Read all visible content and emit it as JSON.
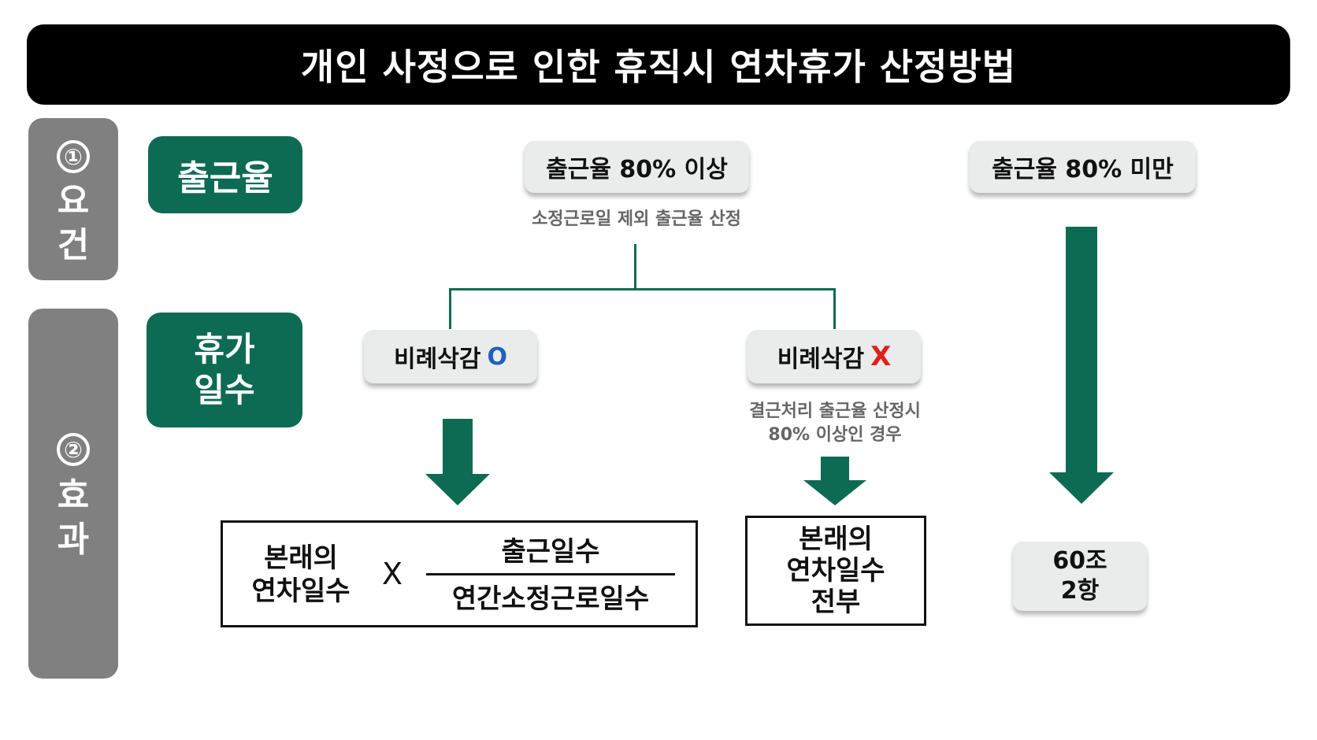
{
  "title": "개인 사정으로 인한 휴직시 연차휴가 산정방법",
  "side": {
    "requirement": {
      "number": "①",
      "chars": [
        "요",
        "건"
      ]
    },
    "effect": {
      "number": "②",
      "chars": [
        "효",
        "과"
      ]
    }
  },
  "labels": {
    "attendance": "출근율",
    "leave_days_line1": "휴가",
    "leave_days_line2": "일수"
  },
  "nodes": {
    "over80": "출근율 80% 이상",
    "over80_note": "소정근로일 제외 출근율 산정",
    "under80": "출근율 80% 미만",
    "proportional_yes_text": "비례삭감",
    "proportional_yes_mark": "O",
    "proportional_no_text": "비례삭감",
    "proportional_no_mark": "X",
    "proportional_no_note_line1": "결근처리 출근율 산정시",
    "proportional_no_note_line2": "80% 이상인 경우"
  },
  "results": {
    "formula": {
      "left_line1": "본래의",
      "left_line2": "연차일수",
      "operator": "X",
      "numerator": "출근일수",
      "denominator": "연간소정근로일수"
    },
    "full": {
      "line1": "본래의",
      "line2": "연차일수",
      "line3": "전부"
    },
    "article": {
      "line1": "60조",
      "line2": "2항"
    }
  },
  "colors": {
    "green": "#0e6b53",
    "side_gray": "#808080",
    "mark_blue": "#1f5fbf",
    "mark_red": "#e0201e"
  }
}
